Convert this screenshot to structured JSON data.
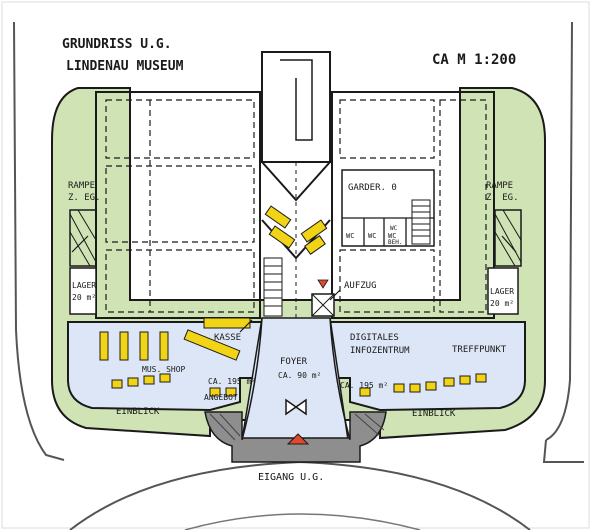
{
  "title_line1": "GRUNDRISS U.G.",
  "title_line2": "LINDENAU MUSEUM",
  "scale": "CA M 1:200",
  "rooms": {
    "rampe_left_1": "RAMPE",
    "rampe_left_2": "Z. EG.",
    "rampe_right_1": "RAMPE",
    "rampe_right_2": "Z. EG.",
    "lager_left_1": "LAGER",
    "lager_left_2": "20 m²",
    "lager_right_1": "LAGER",
    "lager_right_2": "20 m²",
    "garderobe": "GARDER. 0",
    "wc1": "WC",
    "wc2": "WC",
    "wc3": "WC",
    "wc4_1": "WC",
    "wc4_2": "BEH.",
    "aufzug": "AUFZUG",
    "kasse": "KASSE",
    "digital_1": "DIGITALES",
    "digital_2": "INFOZENTRUM",
    "treffpunkt": "TREFFPUNKT",
    "foyer_1": "FOYER",
    "foyer_2": "CA. 90 m²",
    "shop_1": "MUS. SHOP",
    "shop_2": "CA. 195 m²",
    "angebot": "ANGEBOT",
    "area_right": "CA. 195 m²",
    "einblick_left": "EINBLICK",
    "einblick_right": "EINBLICK",
    "eingang": "EIGANG U.G."
  },
  "colors": {
    "green": "#cfe3b4",
    "light_blue": "#dde6f6",
    "yellow": "#f2d417",
    "grey": "#8e8e8e",
    "red": "#e1492c",
    "ink": "#1a1a1a"
  }
}
